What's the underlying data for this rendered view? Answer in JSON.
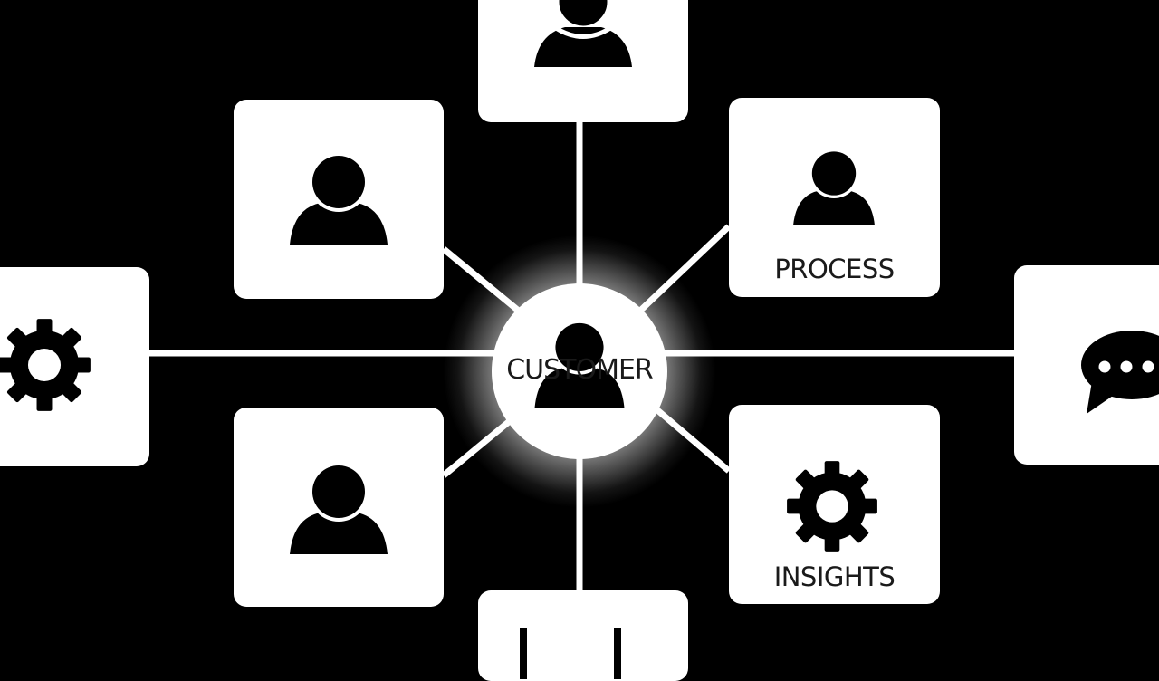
{
  "diagram": {
    "hub": {
      "label": "CUSTOMER",
      "icon": "person-icon"
    },
    "nodes": [
      {
        "id": "top",
        "icon": "person-icon",
        "label": ""
      },
      {
        "id": "upper-left",
        "icon": "person-icon",
        "label": ""
      },
      {
        "id": "upper-right",
        "icon": "person-icon",
        "label": "PROCESS"
      },
      {
        "id": "left",
        "icon": "gear-icon",
        "label": ""
      },
      {
        "id": "right",
        "icon": "chat-bubble-icon",
        "label": ""
      },
      {
        "id": "lower-left",
        "icon": "person-icon",
        "label": ""
      },
      {
        "id": "lower-right",
        "icon": "gear-icon",
        "label": "INSIGHTS"
      },
      {
        "id": "bottom",
        "icon": "bar-chart-icon",
        "label": ""
      }
    ],
    "colors": {
      "background": "#000000",
      "card": "#ffffff",
      "icon": "#000000",
      "connector": "#ffffff"
    }
  }
}
